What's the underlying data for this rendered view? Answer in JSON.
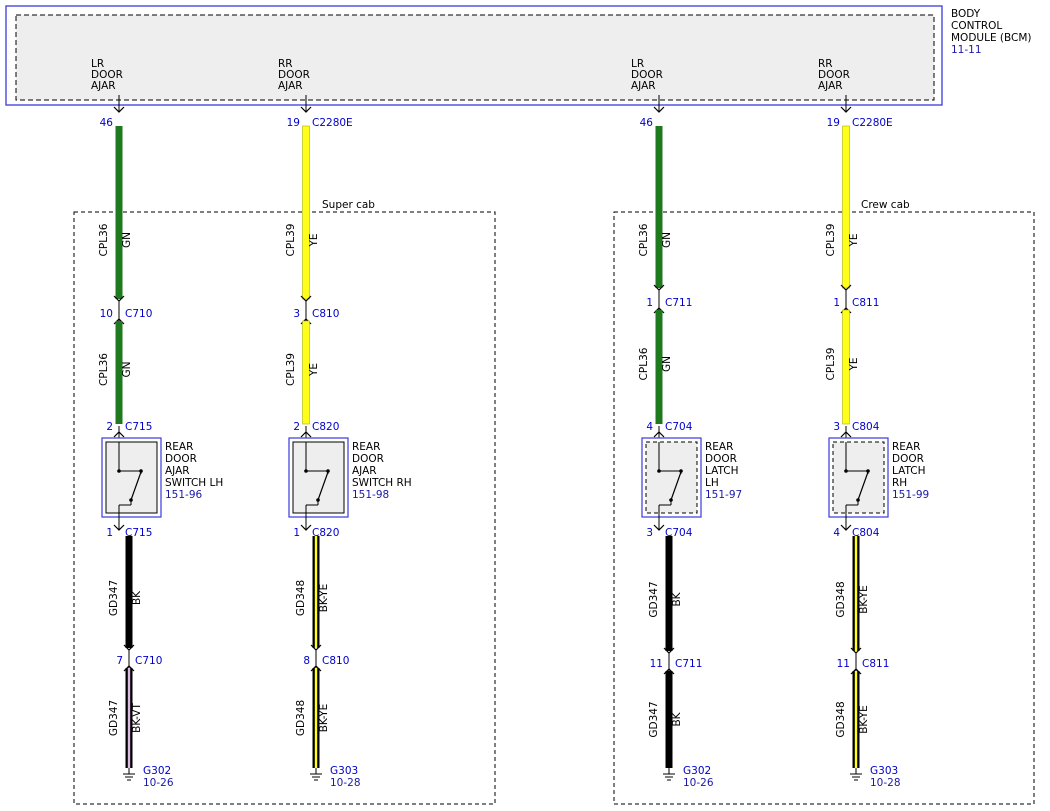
{
  "colors": {
    "GN": "#1f7a1f",
    "YE": "#ffff1a",
    "BK": "#000000",
    "VT": "#e0b8e8",
    "module_border": "#3a3adf",
    "module_fill": "#eeeeee",
    "link_blue": "#0000cc"
  },
  "bcm": {
    "title_lines": [
      "BODY",
      "CONTROL",
      "MODULE (BCM)"
    ],
    "ref": "11-11"
  },
  "zones": [
    {
      "label": "Super cab"
    },
    {
      "label": "Crew cab"
    }
  ],
  "columns": [
    {
      "pin_lines": [
        "LR",
        "DOOR",
        "AJAR"
      ],
      "bcm_pin": "46",
      "bcm_connector": "",
      "upper_wire": {
        "circuit": "CPL36",
        "color_code": "GN"
      },
      "inline1": {
        "pin": "10",
        "connector": "C710"
      },
      "mid_wire": {
        "circuit": "CPL36",
        "color_code": "GN"
      },
      "comp_in": {
        "pin": "2",
        "connector": "C715"
      },
      "component": {
        "lines": [
          "REAR",
          "DOOR",
          "AJAR",
          "SWITCH LH"
        ],
        "ref": "151-96"
      },
      "comp_out": {
        "pin": "1",
        "connector": "C715"
      },
      "lower_wire": {
        "circuit": "GD347",
        "color_code": "BK"
      },
      "inline2": {
        "pin": "7",
        "connector": "C710"
      },
      "ground_wire": {
        "circuit": "GD347",
        "color_code": "BK-VT"
      },
      "ground": {
        "id": "G302",
        "ref": "10-26"
      }
    },
    {
      "pin_lines": [
        "RR",
        "DOOR",
        "AJAR"
      ],
      "bcm_pin": "19",
      "bcm_connector": "C2280E",
      "upper_wire": {
        "circuit": "CPL39",
        "color_code": "YE"
      },
      "inline1": {
        "pin": "3",
        "connector": "C810"
      },
      "mid_wire": {
        "circuit": "CPL39",
        "color_code": "YE"
      },
      "comp_in": {
        "pin": "2",
        "connector": "C820"
      },
      "component": {
        "lines": [
          "REAR",
          "DOOR",
          "AJAR",
          "SWITCH RH"
        ],
        "ref": "151-98"
      },
      "comp_out": {
        "pin": "1",
        "connector": "C820"
      },
      "lower_wire": {
        "circuit": "GD348",
        "color_code": "BK-YE"
      },
      "inline2": {
        "pin": "8",
        "connector": "C810"
      },
      "ground_wire": {
        "circuit": "GD348",
        "color_code": "BK-YE"
      },
      "ground": {
        "id": "G303",
        "ref": "10-28"
      }
    },
    {
      "pin_lines": [
        "LR",
        "DOOR",
        "AJAR"
      ],
      "bcm_pin": "46",
      "bcm_connector": "",
      "upper_wire": {
        "circuit": "CPL36",
        "color_code": "GN"
      },
      "inline1": {
        "pin": "1",
        "connector": "C711"
      },
      "mid_wire": {
        "circuit": "CPL36",
        "color_code": "GN"
      },
      "comp_in": {
        "pin": "4",
        "connector": "C704"
      },
      "component": {
        "lines": [
          "REAR",
          "DOOR",
          "LATCH",
          "LH"
        ],
        "ref": "151-97"
      },
      "comp_out": {
        "pin": "3",
        "connector": "C704"
      },
      "lower_wire": {
        "circuit": "GD347",
        "color_code": "BK"
      },
      "inline2": {
        "pin": "11",
        "connector": "C711"
      },
      "ground_wire": {
        "circuit": "GD347",
        "color_code": "BK"
      },
      "ground": {
        "id": "G302",
        "ref": "10-26"
      }
    },
    {
      "pin_lines": [
        "RR",
        "DOOR",
        "AJAR"
      ],
      "bcm_pin": "19",
      "bcm_connector": "C2280E",
      "upper_wire": {
        "circuit": "CPL39",
        "color_code": "YE"
      },
      "inline1": {
        "pin": "1",
        "connector": "C811"
      },
      "mid_wire": {
        "circuit": "CPL39",
        "color_code": "YE"
      },
      "comp_in": {
        "pin": "3",
        "connector": "C804"
      },
      "component": {
        "lines": [
          "REAR",
          "DOOR",
          "LATCH",
          "RH"
        ],
        "ref": "151-99"
      },
      "comp_out": {
        "pin": "4",
        "connector": "C804"
      },
      "lower_wire": {
        "circuit": "GD348",
        "color_code": "BK-YE"
      },
      "inline2": {
        "pin": "11",
        "connector": "C811"
      },
      "ground_wire": {
        "circuit": "GD348",
        "color_code": "BK-YE"
      },
      "ground": {
        "id": "G303",
        "ref": "10-28"
      }
    }
  ]
}
